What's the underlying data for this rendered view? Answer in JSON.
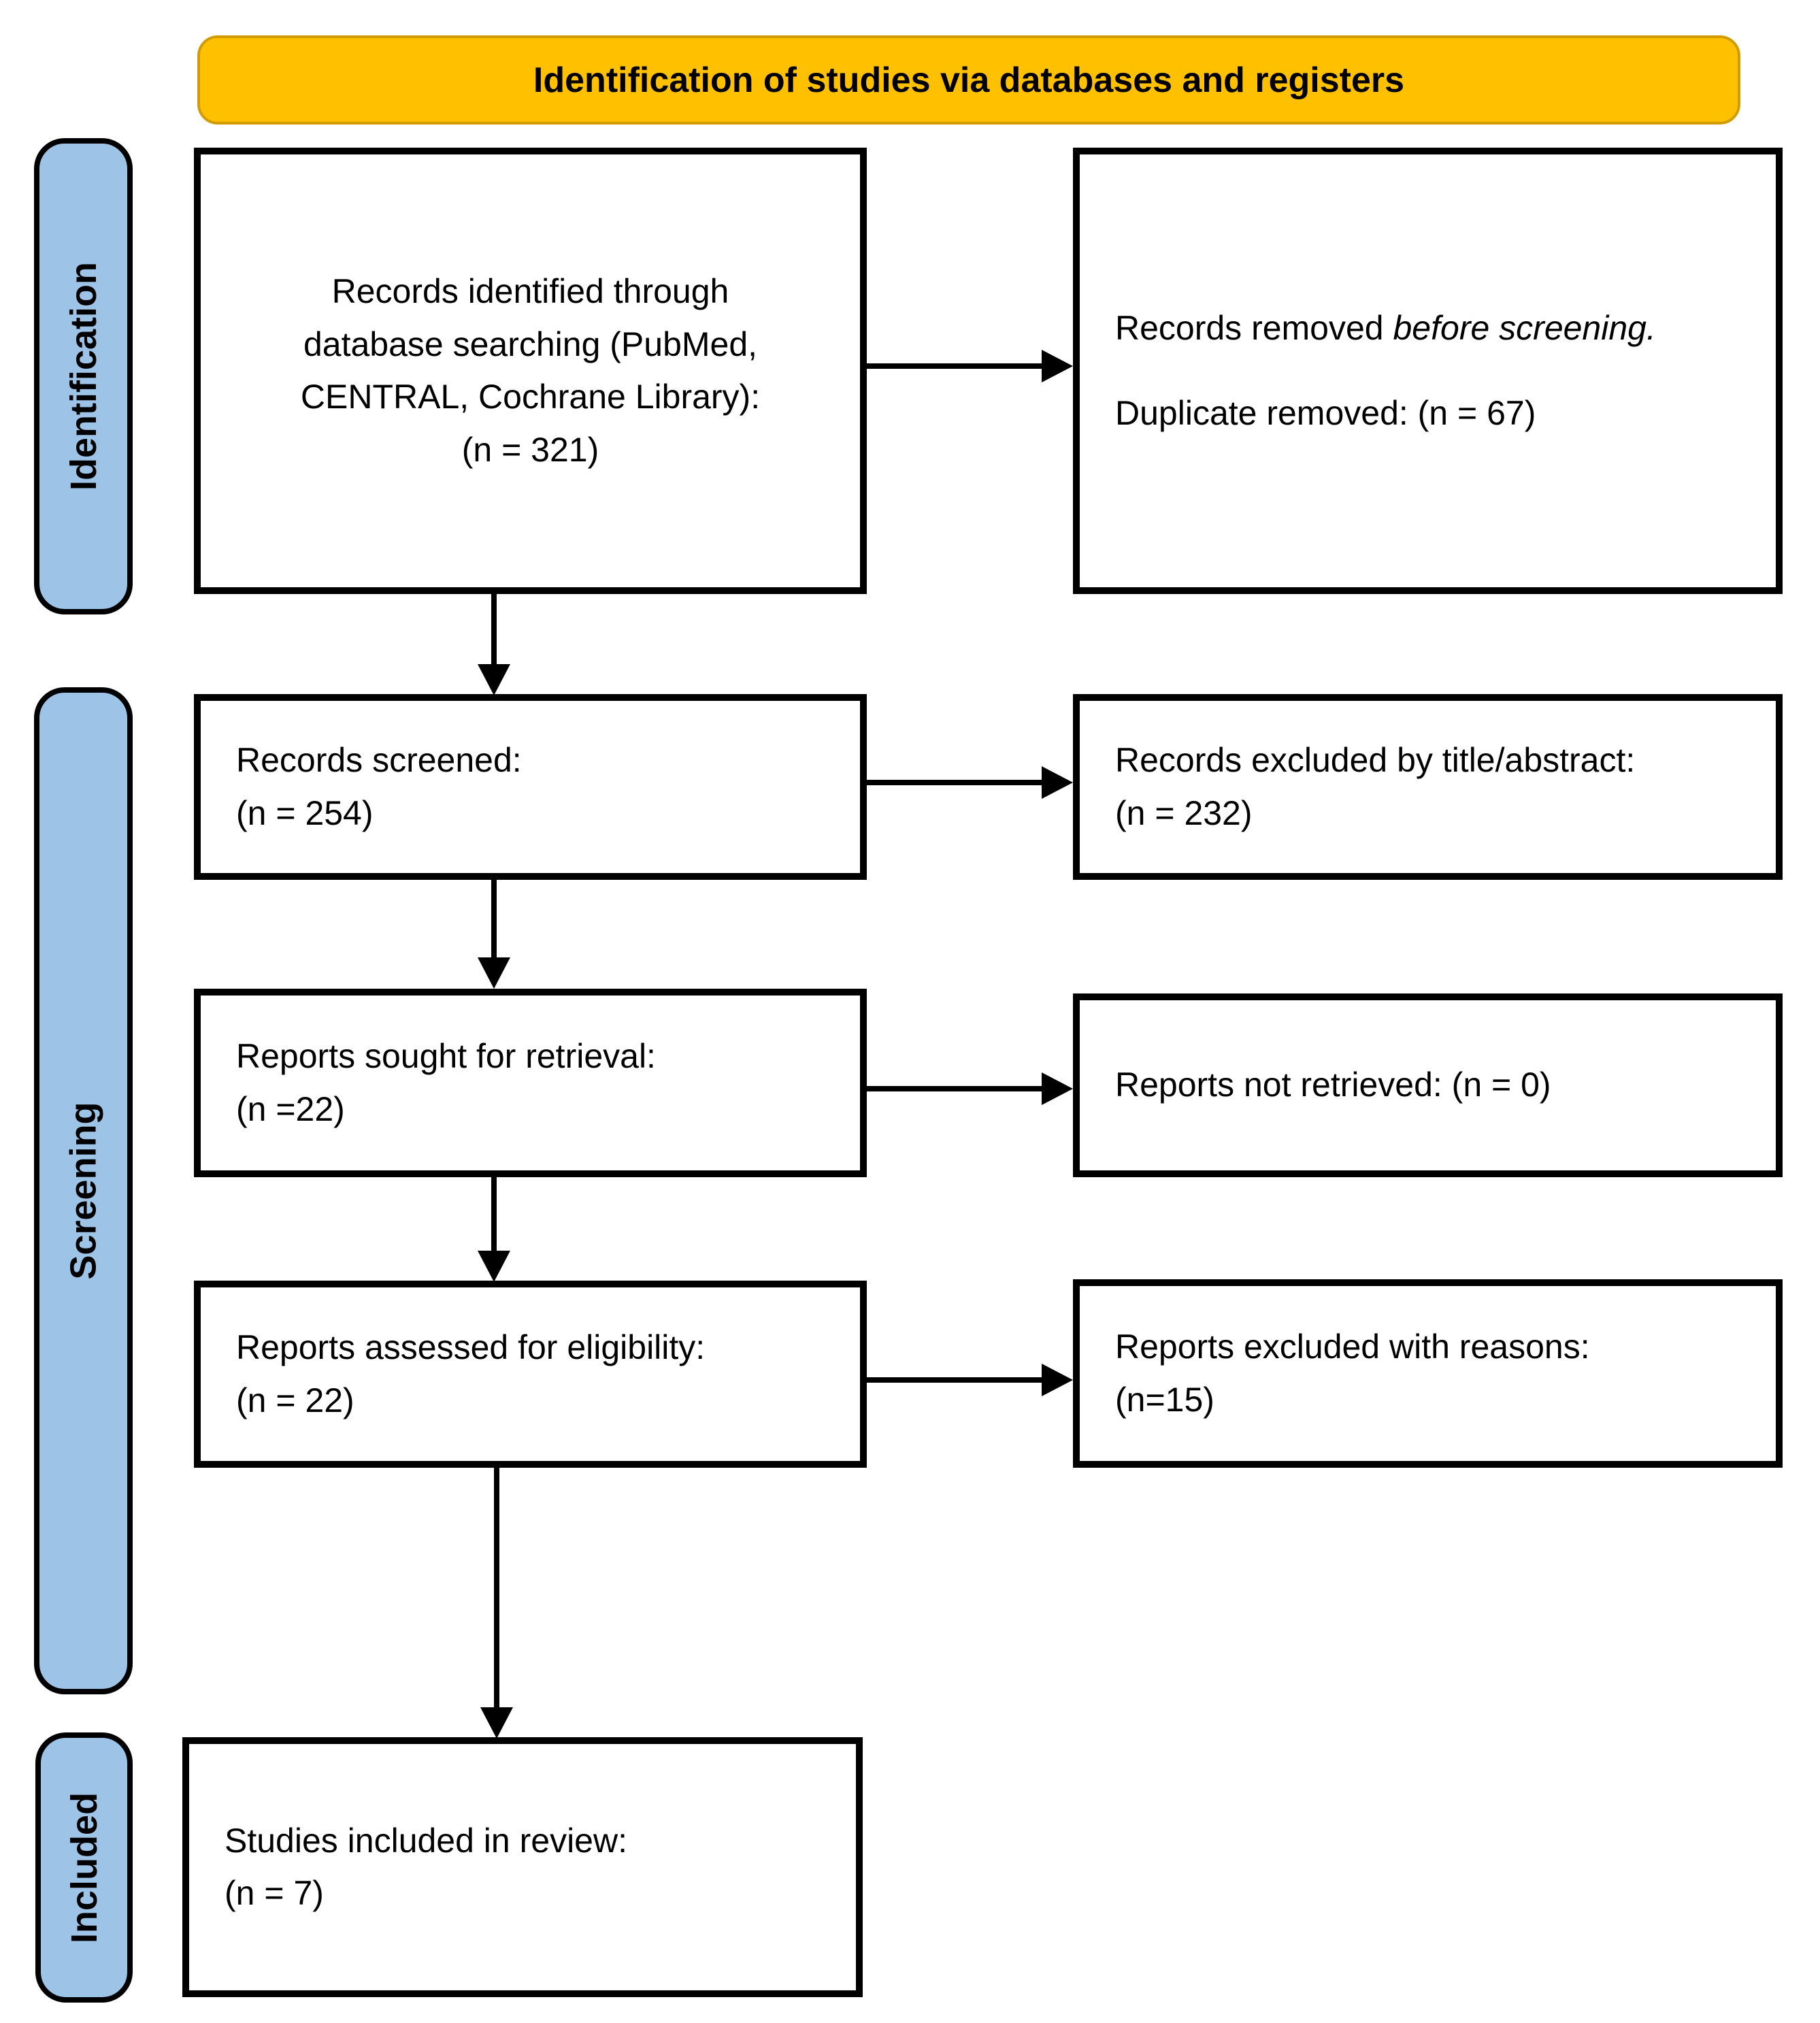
{
  "banner": {
    "title": "Identification of studies via databases and registers"
  },
  "stages": {
    "identification": "Identification",
    "screening": "Screening",
    "included": "Included"
  },
  "boxes": {
    "records_identified": {
      "line1": "Records identified through database searching (PubMed, CENTRAL, Cochrane Library):",
      "line2": "(n = 321)"
    },
    "records_removed": {
      "prefix": "Records removed ",
      "italic": "before screening.",
      "line2": "Duplicate removed: (n = 67)"
    },
    "records_screened": {
      "line1": "Records screened:",
      "line2": "(n = 254)"
    },
    "records_excluded": {
      "line1": "Records excluded by title/abstract:",
      "line2": "(n = 232)"
    },
    "reports_sought": {
      "line1": "Reports sought for retrieval:",
      "line2": "(n =22)"
    },
    "reports_not_retrieved": {
      "line1": "Reports not retrieved: (n = 0)"
    },
    "reports_assessed": {
      "line1": "Reports assessed for eligibility:",
      "line2": "(n = 22)"
    },
    "reports_excluded": {
      "line1": "Reports excluded with reasons:",
      "line2": "(n=15)"
    },
    "studies_included": {
      "line1": "Studies included in review:",
      "line2": "(n = 7)"
    }
  },
  "colors": {
    "banner_fill": "#FFC000",
    "stage_fill": "#9DC3E6",
    "box_border": "#000000"
  }
}
